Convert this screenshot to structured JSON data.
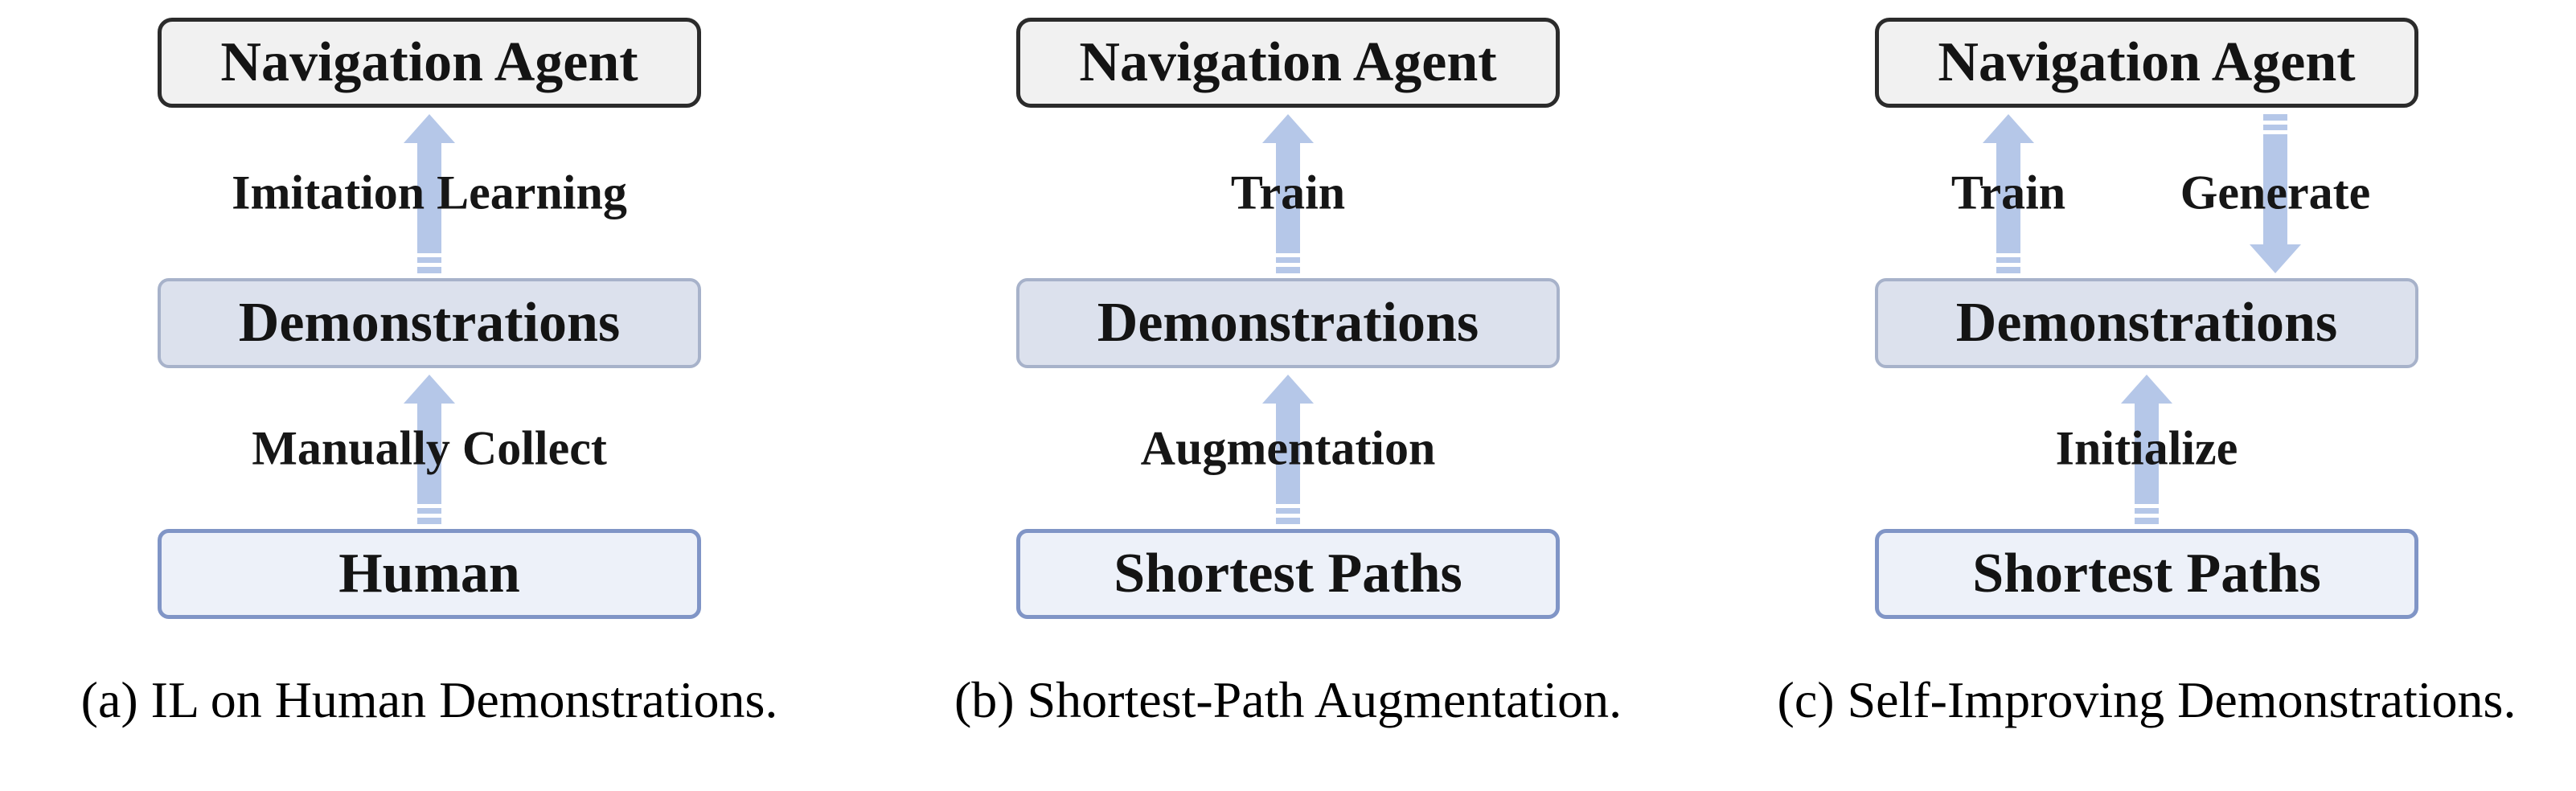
{
  "colors": {
    "arrow": "#b5c7e8",
    "agent_box_fill": "#f1f1f1",
    "agent_box_border": "#2b2b2b",
    "demo_box_fill": "#dce1ed",
    "demo_box_border": "#a7b2ca",
    "source_box_fill": "#edf1f9",
    "source_box_border": "#8095c6"
  },
  "panels": [
    {
      "caption": "(a) IL on Human Demonstrations.",
      "agent_box": "Navigation Agent",
      "demo_box": "Demonstrations",
      "source_box": "Human",
      "top_arrow_label": "Imitation Learning",
      "top_arrow_direction": "up",
      "bottom_arrow_label": "Manually Collect",
      "bottom_arrow_direction": "up"
    },
    {
      "caption": "(b) Shortest-Path Augmentation.",
      "agent_box": "Navigation Agent",
      "demo_box": "Demonstrations",
      "source_box": "Shortest Paths",
      "top_arrow_label": "Train",
      "top_arrow_direction": "up",
      "bottom_arrow_label": "Augmentation",
      "bottom_arrow_direction": "up"
    },
    {
      "caption": "(c) Self-Improving Demonstrations.",
      "agent_box": "Navigation Agent",
      "demo_box": "Demonstrations",
      "source_box": "Shortest Paths",
      "train_arrow_label": "Train",
      "train_arrow_direction": "up",
      "generate_arrow_label": "Generate",
      "generate_arrow_direction": "down",
      "bottom_arrow_label": "Initialize",
      "bottom_arrow_direction": "up"
    }
  ]
}
